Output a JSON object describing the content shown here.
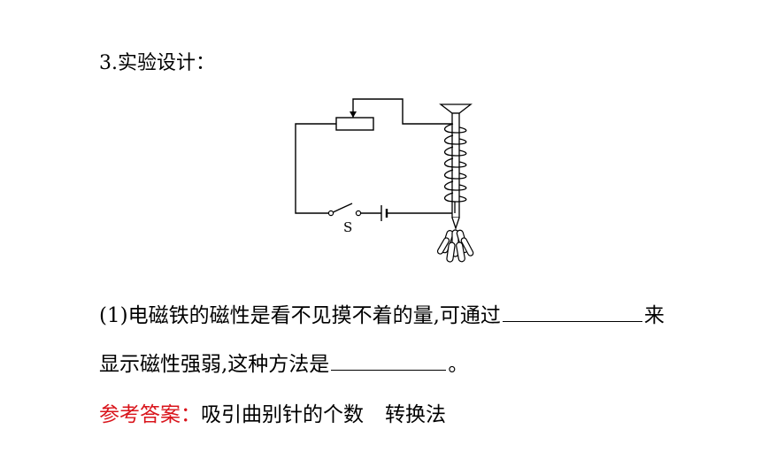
{
  "question": {
    "heading": "3.实验设计：",
    "figure": {
      "switch_label": "S"
    },
    "part1_a": "(1)电磁铁的磁性是看不见摸不着的量,可通过",
    "part1_b": "来",
    "part2_a": "显示磁性强弱,这种方法是",
    "part2_b": "。"
  },
  "answer": {
    "label": "参考答案：",
    "value1": "吸引曲别针的个数",
    "value2": "转换法"
  },
  "colors": {
    "answer_label": "#d9141b",
    "text": "#000000"
  }
}
